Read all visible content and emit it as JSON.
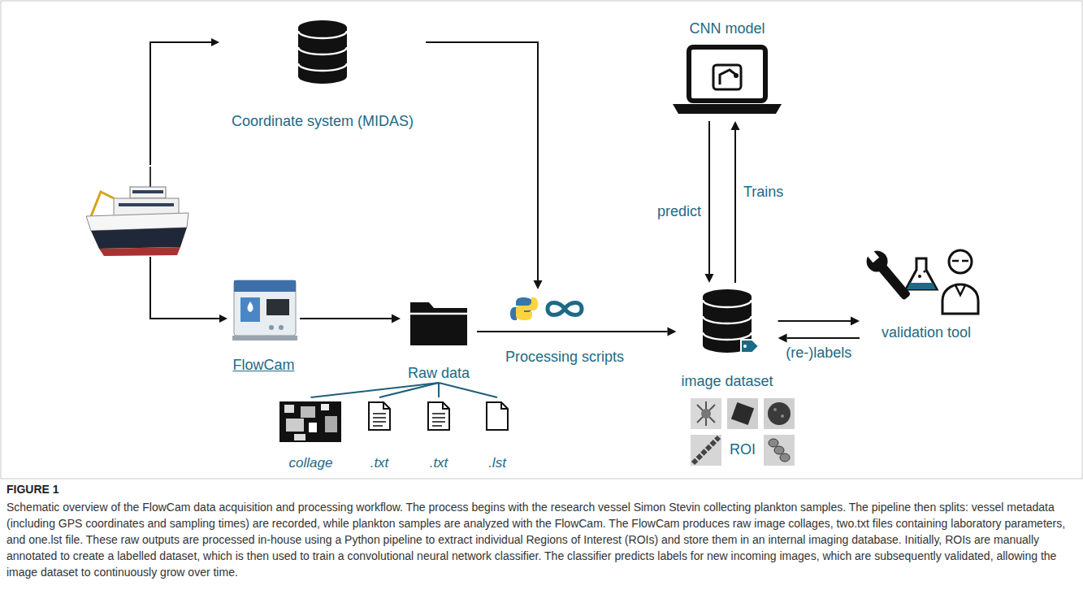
{
  "diagram": {
    "title": "FIGURE 1",
    "caption": "Schematic overview of the FlowCam data acquisition and processing workflow. The process begins with the research vessel Simon Stevin collecting plankton samples. The pipeline then splits: vessel metadata (including GPS coordinates and sampling times) are recorded, while plankton samples are analyzed with the FlowCam. The FlowCam produces raw image collages, two.txt files containing laboratory parameters, and one.lst file. These raw outputs are processed in-house using a Python pipeline to extract individual Regions of Interest (ROIs) and store them in an internal imaging database. Initially, ROIs are manually annotated to create a labelled dataset, which is then used to train a convolutional neural network classifier. The classifier predicts labels for new incoming images, which are subsequently validated, allowing the image dataset to continuously grow over time.",
    "nodes": [
      {
        "text": [
          "Coordinate system (MIDAS)"
        ]
      },
      {
        "text": [
          "FlowCam"
        ]
      },
      {
        "text": [
          "Raw data"
        ]
      },
      {
        "text": [
          "collage"
        ]
      },
      {
        "text": [
          ".txt"
        ]
      },
      {
        "text": [
          ".txt"
        ]
      },
      {
        "text": [
          ".lst"
        ]
      },
      {
        "text": [
          "Processing scripts"
        ]
      },
      {
        "text": [
          "image dataset"
        ]
      },
      {
        "text": [
          "CNN model"
        ]
      },
      {
        "text": [
          "validation tool"
        ]
      }
    ],
    "edges": [
      {
        "from": 0,
        "to": 7,
        "arrow": "to"
      },
      {
        "from": 1,
        "to": 2,
        "arrow": "to"
      },
      {
        "from": 2,
        "to": 3,
        "arrow": "none"
      },
      {
        "from": 2,
        "to": 4,
        "arrow": "none"
      },
      {
        "from": 2,
        "to": 5,
        "arrow": "none"
      },
      {
        "from": 2,
        "to": 6,
        "arrow": "none"
      },
      {
        "from": 2,
        "to": 7,
        "arrow": "none"
      },
      {
        "from": 7,
        "to": 8,
        "arrow": "to"
      },
      {
        "from": 9,
        "to": 8,
        "label": "predict",
        "arrow": "to"
      },
      {
        "from": 8,
        "to": 9,
        "label": "Trains",
        "arrow": "to"
      },
      {
        "from": 8,
        "to": 10,
        "arrow": "to"
      },
      {
        "from": 10,
        "to": 8,
        "label": "(re-)labels",
        "arrow": "to"
      }
    ],
    "labels": [
      "ROI"
    ]
  }
}
